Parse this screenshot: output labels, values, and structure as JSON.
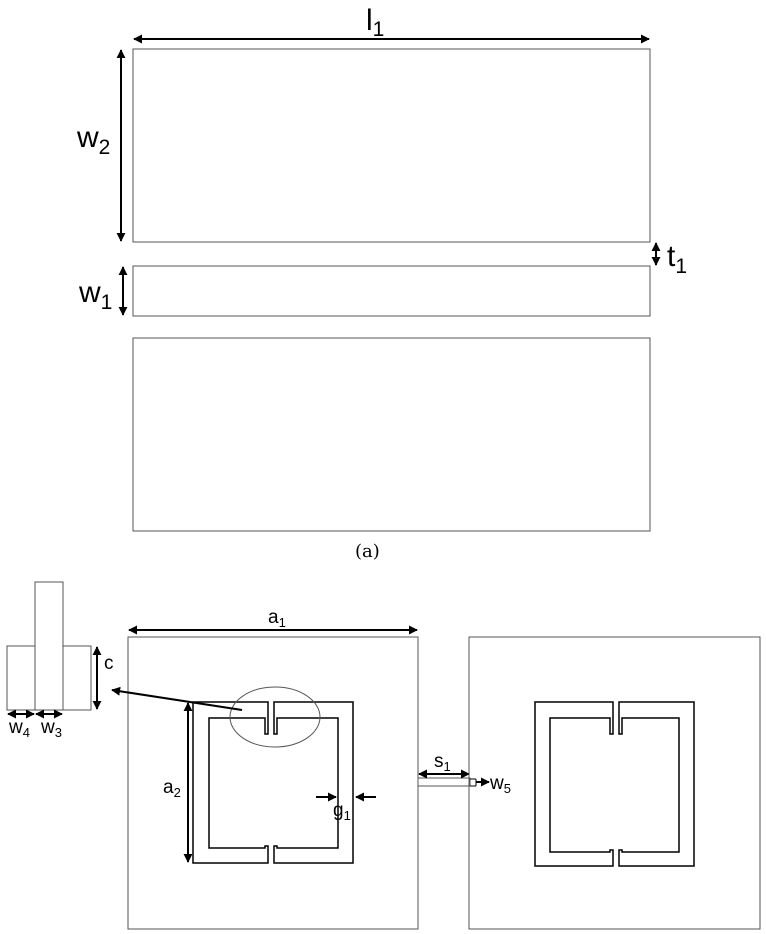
{
  "figure_a": {
    "caption": "(a)",
    "labels": {
      "l1": {
        "main": "l",
        "sub": "1"
      },
      "w2": {
        "main": "w",
        "sub": "2"
      },
      "t1": {
        "main": "t",
        "sub": "1"
      },
      "w1": {
        "main": "w",
        "sub": "1"
      }
    }
  },
  "figure_b": {
    "labels": {
      "a1": {
        "main": "a",
        "sub": "1"
      },
      "a2": {
        "main": "a",
        "sub": "2"
      },
      "g1": {
        "main": "g",
        "sub": "1"
      },
      "s1": {
        "main": "s",
        "sub": "1"
      },
      "w5": {
        "main": "w",
        "sub": "5"
      },
      "c": {
        "main": "c"
      },
      "w4": {
        "main": "w",
        "sub": "4"
      },
      "w3": {
        "main": "w",
        "sub": "3"
      }
    }
  }
}
